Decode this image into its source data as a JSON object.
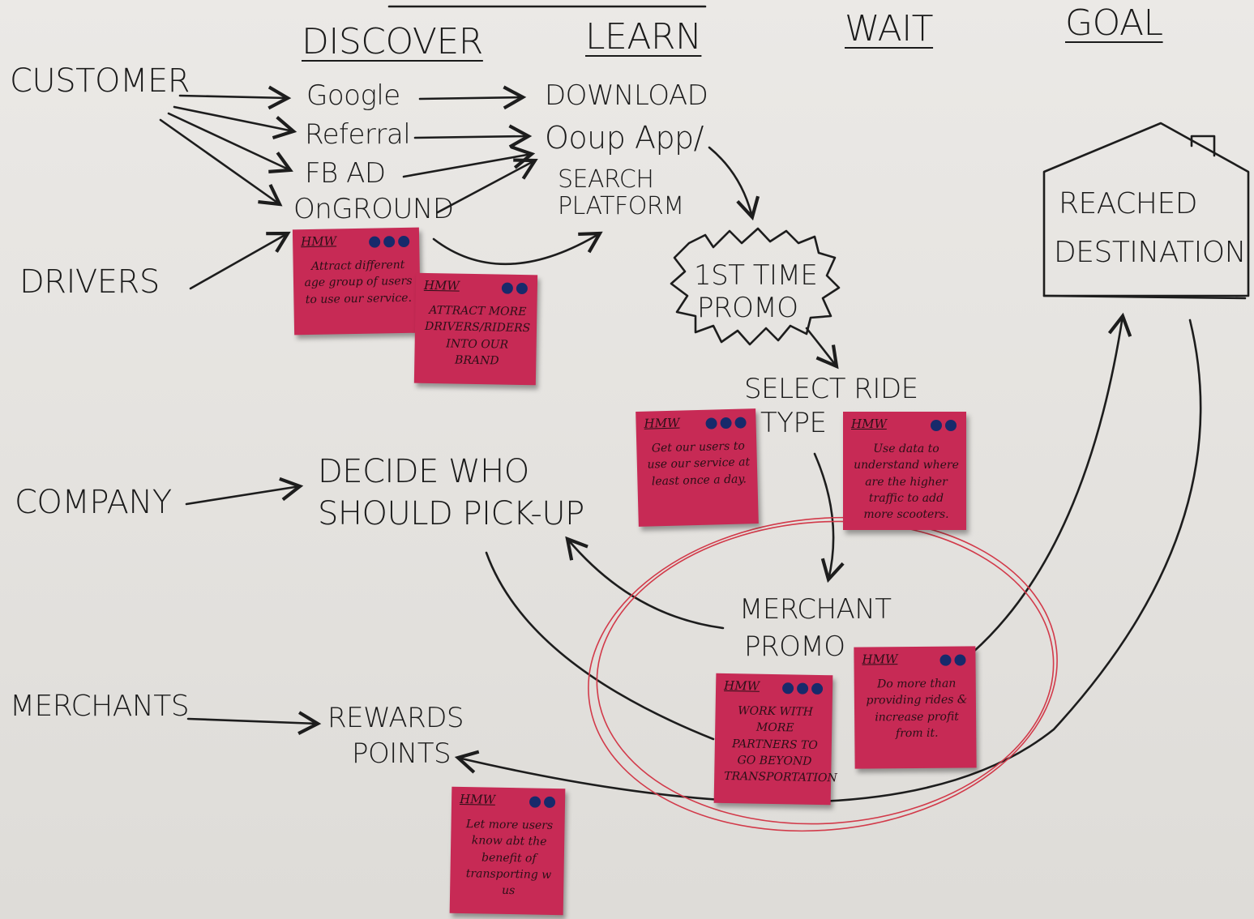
{
  "columns": {
    "discover": "DISCOVER",
    "learn": "LEARN",
    "wait": "WAIT",
    "goal": "GOAL"
  },
  "actors": {
    "customer": "CUSTOMER",
    "drivers": "DRIVERS",
    "company": "COMPANY",
    "merchants": "MERCHANTS"
  },
  "discover_channels": [
    "Google",
    "Referral",
    "FB AD",
    "OnGROUND"
  ],
  "learn": {
    "download_line1": "DOWNLOAD",
    "download_line2": "Ooup App/",
    "search_line1": "SEARCH",
    "search_line2": "PLATFORM"
  },
  "promo": {
    "line1": "1ST TIME",
    "line2": "PROMO"
  },
  "select_ride": {
    "line1": "SELECT RIDE",
    "line2": "TYPE"
  },
  "decide": {
    "line1": "DECIDE WHO",
    "line2": "SHOULD PICK-UP"
  },
  "merchant_promo": {
    "line1": "MERCHANT",
    "line2": "PROMO"
  },
  "rewards": {
    "line1": "REWARDS",
    "line2": "POINTS"
  },
  "destination": {
    "line1": "REACHED",
    "line2": "DESTINATION"
  },
  "stickies": [
    {
      "tag": "HMW",
      "dots": 3,
      "text": "Attract different age group of users to use our service."
    },
    {
      "tag": "HMW",
      "dots": 2,
      "text": "ATTRACT MORE DRIVERS/RIDERS INTO OUR BRAND"
    },
    {
      "tag": "HMW",
      "dots": 3,
      "text": "Get our users to use our service at least once a day."
    },
    {
      "tag": "HMW",
      "dots": 2,
      "text": "Use data to understand where are the higher traffic to add more scooters."
    },
    {
      "tag": "HMW",
      "dots": 3,
      "text": "WORK WITH MORE PARTNERS TO GO BEYOND TRANSPORTATION"
    },
    {
      "tag": "HMW",
      "dots": 2,
      "text": "Do more than providing rides & increase profit from it."
    },
    {
      "tag": "HMW",
      "dots": 2,
      "text": "Let more users know abt the benefit of transporting w us"
    }
  ],
  "colors": {
    "paper": "#e6e4e1",
    "ink": "#1d1d1d",
    "sticky": "#c72a55",
    "dot": "#172a6b",
    "red_loop": "#d23a4a"
  }
}
